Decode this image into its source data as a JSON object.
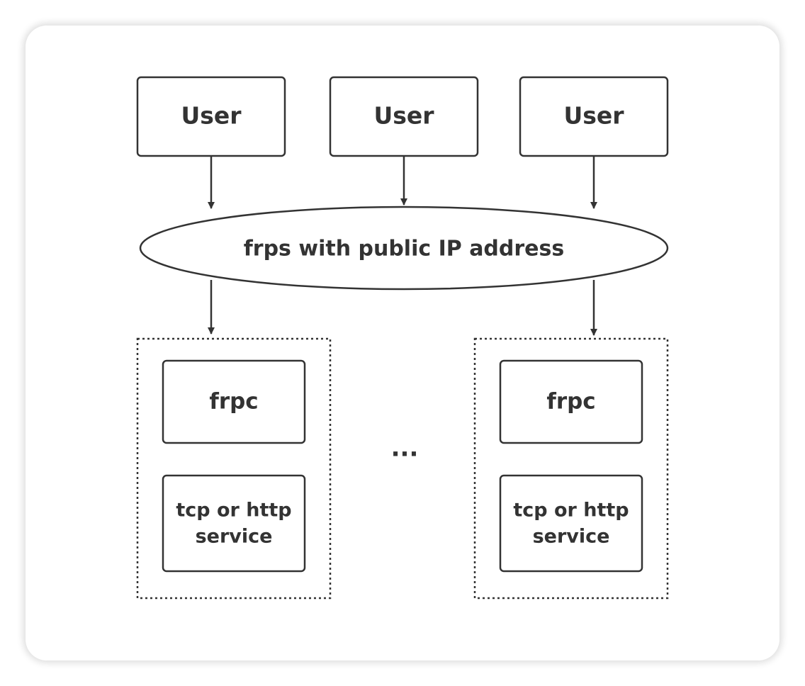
{
  "users": [
    {
      "label": "User"
    },
    {
      "label": "User"
    },
    {
      "label": "User"
    }
  ],
  "server": {
    "label": "frps with public IP address"
  },
  "clients": [
    {
      "frpc_label": "frpc",
      "service_line1": "tcp or http",
      "service_line2": "service"
    },
    {
      "frpc_label": "frpc",
      "service_line1": "tcp or http",
      "service_line2": "service"
    }
  ],
  "ellipsis": {
    "label": "..."
  },
  "colors": {
    "stroke": "#333333",
    "text": "#333333",
    "background": "#ffffff"
  }
}
